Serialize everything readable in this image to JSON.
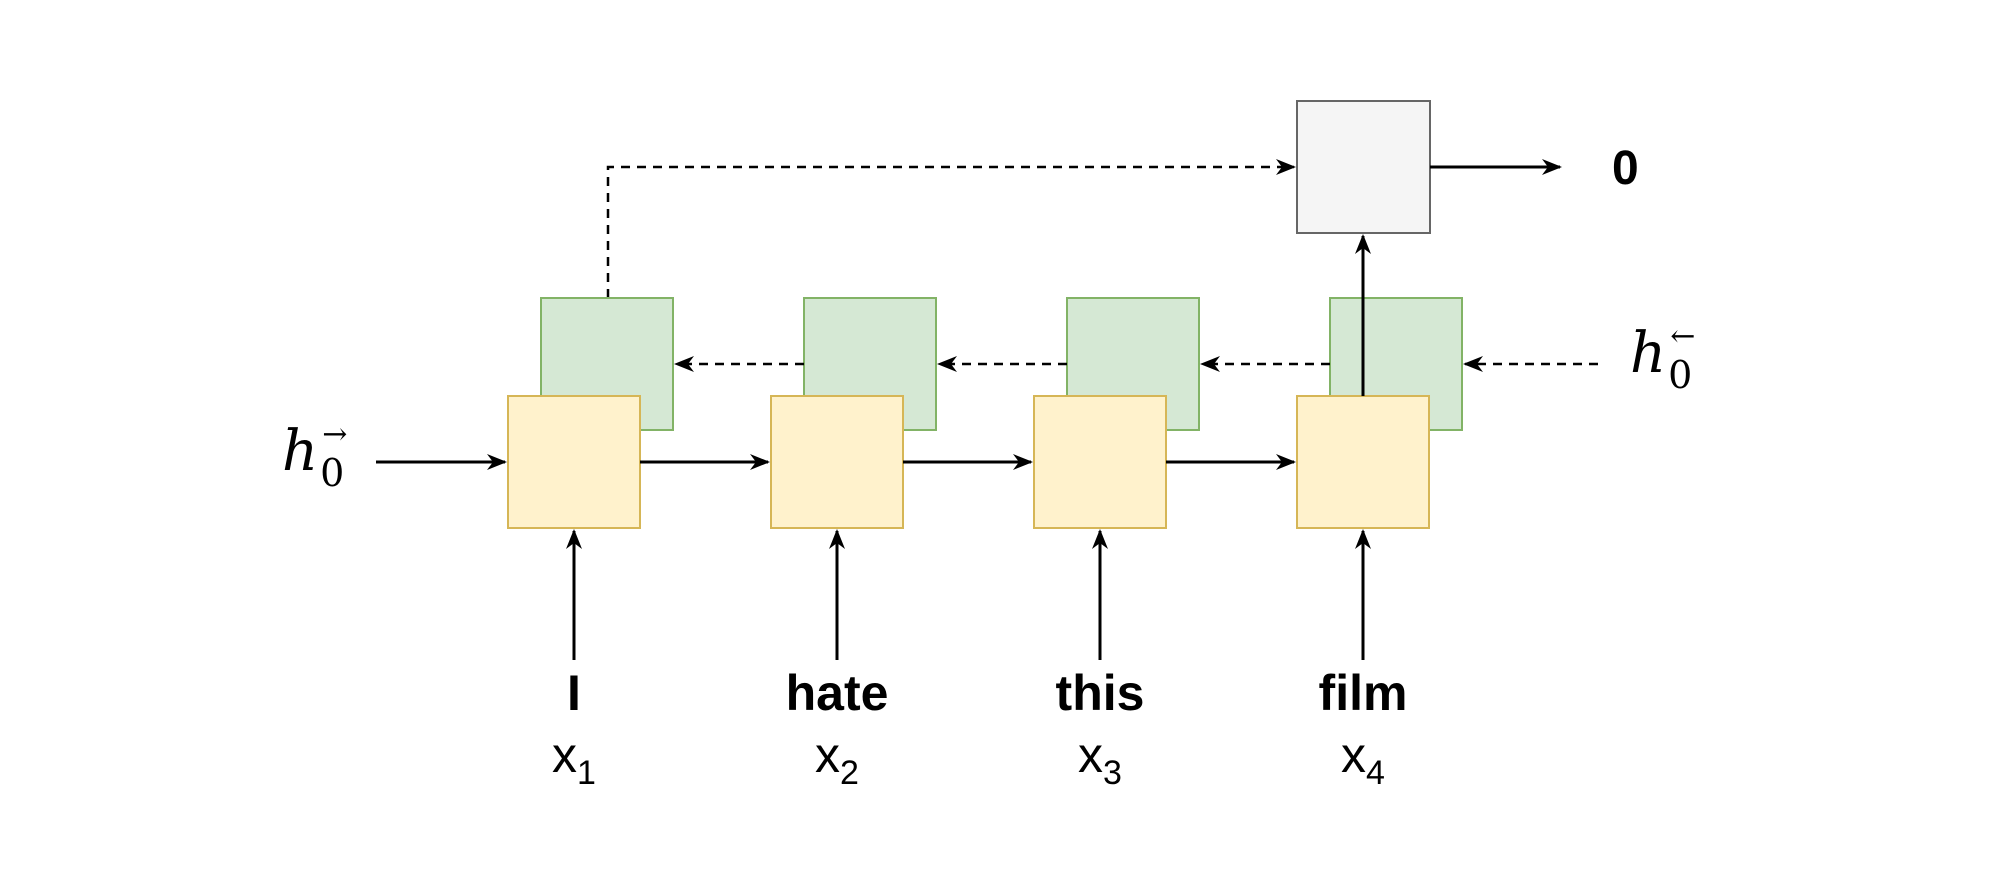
{
  "colors": {
    "forward_fill": "#fff2cc",
    "forward_stroke": "#d6b656",
    "backward_fill": "#d5e8d4",
    "backward_stroke": "#82b366",
    "output_fill": "#f5f5f5",
    "output_stroke": "#666666",
    "line": "#000000"
  },
  "tokens": [
    {
      "word": "I",
      "x_base": "x",
      "x_sub": "1"
    },
    {
      "word": "hate",
      "x_base": "x",
      "x_sub": "2"
    },
    {
      "word": "this",
      "x_base": "x",
      "x_sub": "3"
    },
    {
      "word": "film",
      "x_base": "x",
      "x_sub": "4"
    }
  ],
  "h_forward": {
    "base": "h",
    "sub": "0",
    "sup": "→"
  },
  "h_backward": {
    "base": "h",
    "sub": "0",
    "sup": "←"
  },
  "output": {
    "label": "0"
  }
}
